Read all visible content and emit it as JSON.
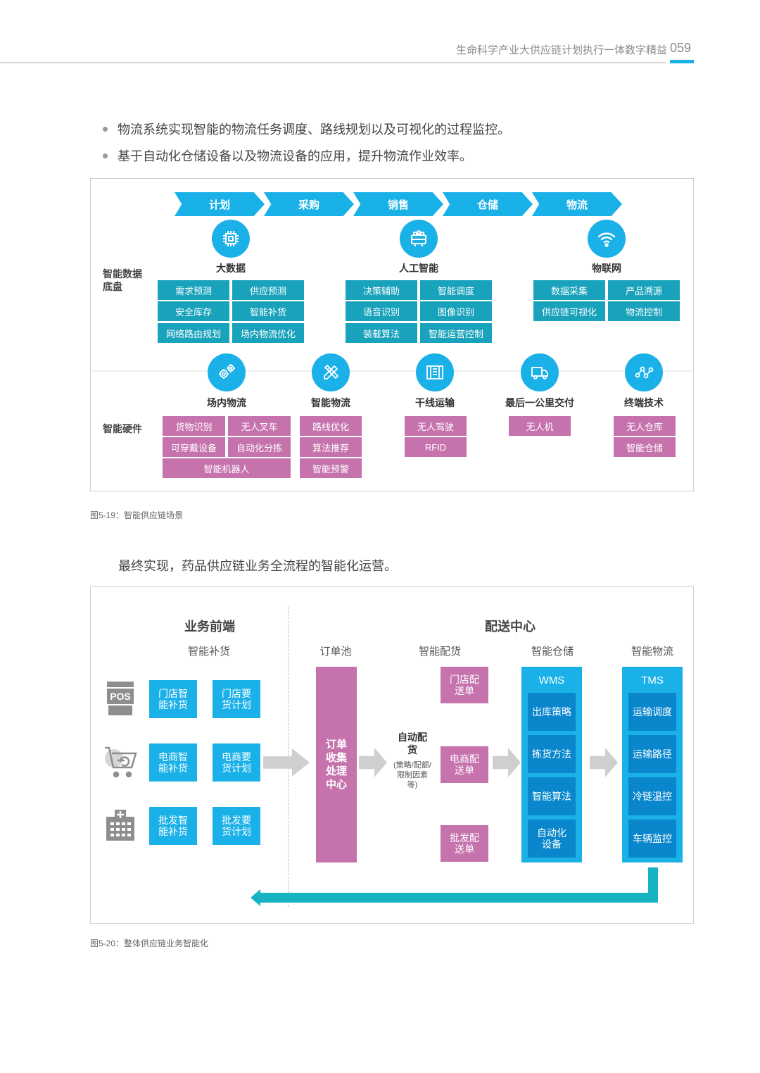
{
  "header": {
    "title": "生命科学产业大供应链计划执行一体数字精益",
    "page_number": "059"
  },
  "bullets": [
    "物流系统实现智能的物流任务调度、路线规划以及可视化的过程监控。",
    "基于自动化仓储设备以及物流设备的应用，提升物流作业效率。"
  ],
  "figure1": {
    "flow": [
      "计划",
      "采购",
      "销售",
      "仓储",
      "物流"
    ],
    "row_label_data": "智能数据底盘",
    "row_label_hw": "智能硬件",
    "data_groups": [
      {
        "title": "大数据",
        "icon": "chip-icon",
        "items": [
          "需求预测",
          "供应预测",
          "安全库存",
          "智能补货",
          "网络路由规划",
          "场内物流优化"
        ]
      },
      {
        "title": "人工智能",
        "icon": "robot-icon",
        "items": [
          "决策辅助",
          "智能调度",
          "语音识别",
          "图像识别",
          "装载算法",
          "智能运营控制"
        ]
      },
      {
        "title": "物联网",
        "icon": "wifi-icon",
        "items": [
          "数据采集",
          "产品溯源",
          "供应链可视化",
          "物流控制"
        ]
      }
    ],
    "hw_groups": [
      {
        "title": "场内物流",
        "icon": "gears-icon",
        "items": [
          "货物识别",
          "无人叉车",
          "可穿戴设备",
          "自动化分拣",
          "智能机器人"
        ]
      },
      {
        "title": "智能物流",
        "icon": "pencil-ruler-icon",
        "items": [
          "路线优化",
          "算法推荐",
          "智能预警"
        ]
      },
      {
        "title": "干线运输",
        "icon": "container-icon",
        "items": [
          "无人驾驶",
          "RFID"
        ]
      },
      {
        "title": "最后一公里交付",
        "icon": "truck-icon",
        "items": [
          "无人机"
        ]
      },
      {
        "title": "终端技术",
        "icon": "network-icon",
        "items": [
          "无人仓库",
          "智能仓储"
        ]
      }
    ],
    "caption": "图5-19：智能供应链场景"
  },
  "intro2": "最终实现，药品供应链业务全流程的智能化运营。",
  "figure2": {
    "front_title": "业务前端",
    "center_title": "配送中心",
    "col_front": "智能补货",
    "col_pool": "订单池",
    "col_dist": "智能配货",
    "col_wh": "智能仓储",
    "col_log": "智能物流",
    "pos_label": "POS",
    "front_rows": [
      {
        "icon": "pos-icon",
        "a": "门店智能补货",
        "b": "门店要货计划"
      },
      {
        "icon": "ecommerce-cart-icon",
        "a": "电商智能补货",
        "b": "电商要货计划"
      },
      {
        "icon": "hospital-icon",
        "a": "批发智能补货",
        "b": "批发要货计划"
      }
    ],
    "pool_box": "订单收集处理中心",
    "auto_title": "自动配货",
    "auto_sub": "(策略/配额/限制因素等)",
    "orders": [
      "门店配送单",
      "电商配送单",
      "批发配送单"
    ],
    "wms": {
      "title": "WMS",
      "items": [
        "出库策略",
        "拣货方法",
        "智能算法",
        "自动化设备"
      ]
    },
    "tms": {
      "title": "TMS",
      "items": [
        "运输调度",
        "运输路径",
        "冷链温控",
        "车辆监控"
      ]
    },
    "caption": "图5-20：整体供应链业务智能化"
  },
  "colors": {
    "blue": "#1ab0e8",
    "teal": "#18a2bb",
    "pink": "#c672ad",
    "dark_blue": "#0a87cc",
    "return_arrow": "#17b3c2"
  }
}
